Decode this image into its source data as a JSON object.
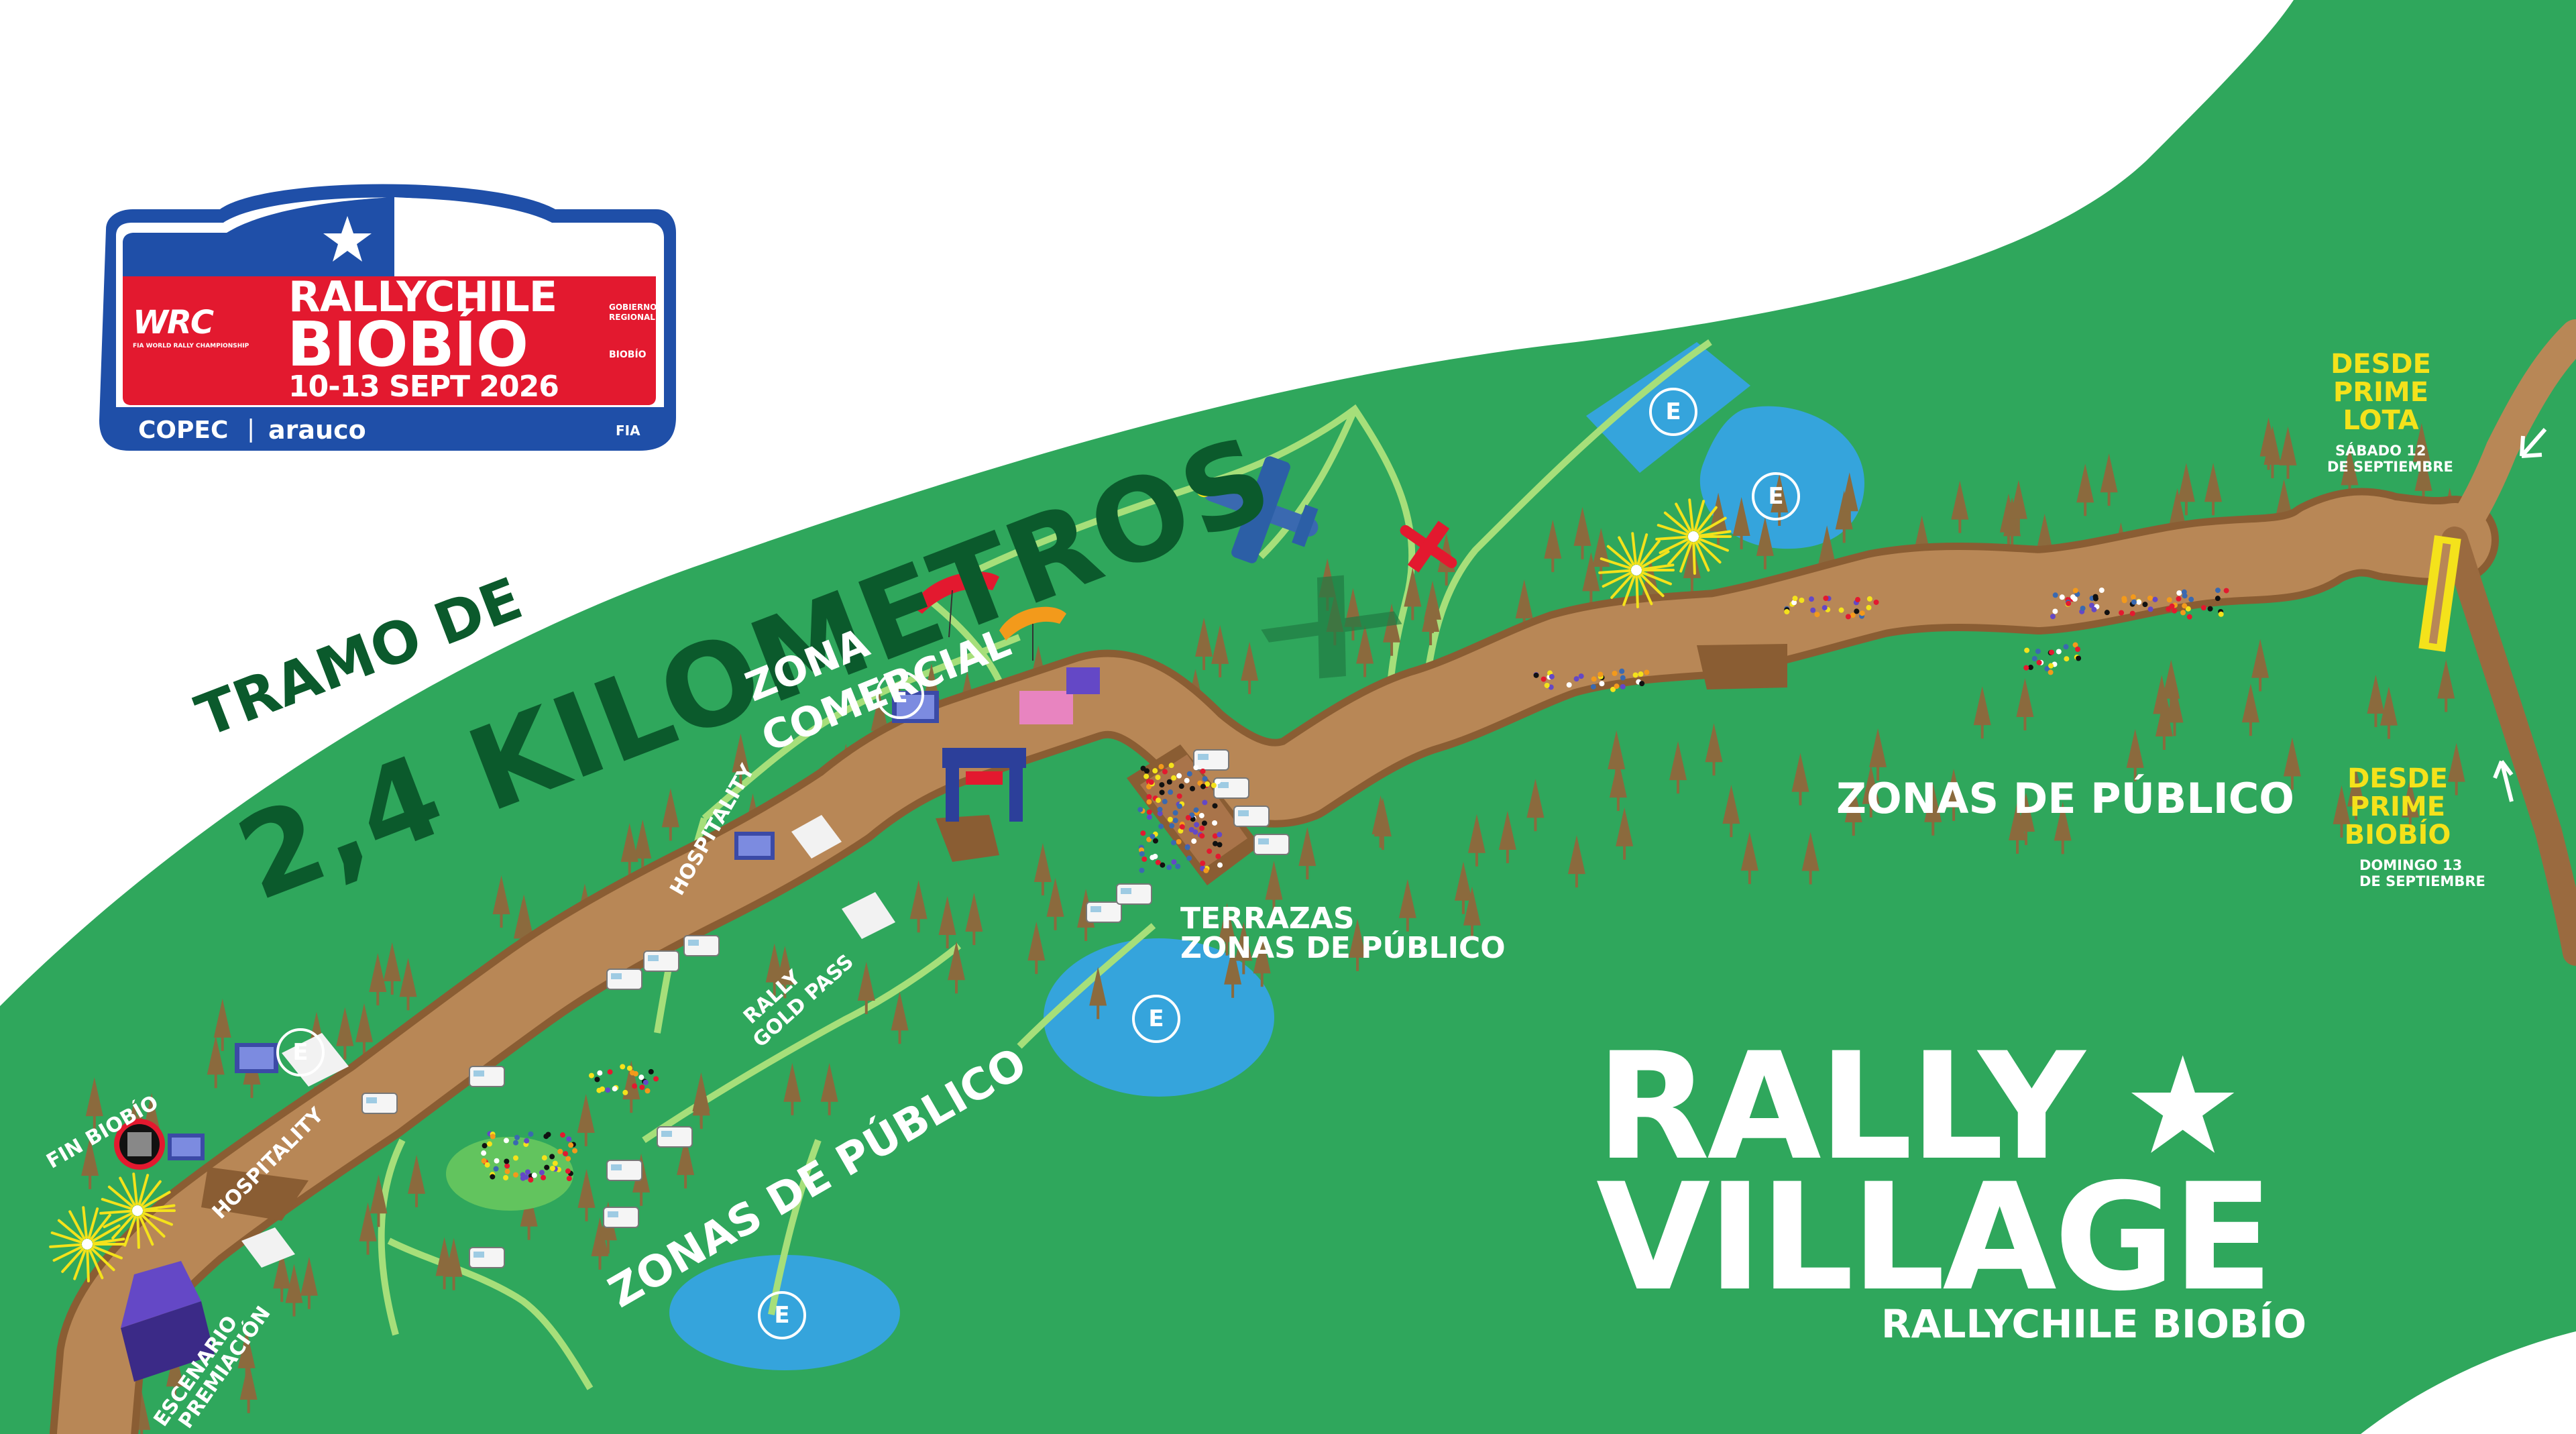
{
  "logo": {
    "brand": "WRC",
    "brand_sub": "FIA WORLD RALLY CHAMPIONSHIP",
    "event_line1": "RALLYCHILE",
    "event_line2": "BIOBÍO",
    "dates": "10-13 SEPT 2026",
    "gov_line1": "GOBIERNO",
    "gov_line2": "REGIONAL",
    "gov_line3": "BIOBÍO",
    "sponsor1": "COPEC",
    "sponsor_divider": "|",
    "sponsor2": "arauco",
    "sponsor3": "FIA",
    "colors": {
      "red": "#e3192f",
      "blue": "#1f4fa8",
      "white": "#ffffff"
    }
  },
  "title_block": {
    "line1": "TRAMO DE",
    "line2": "2,4 KILOMETROS"
  },
  "labels": {
    "zona_comercial_1": "ZONA",
    "zona_comercial_2": "COMERCIAL",
    "hospitality_top": "HOSPITALITY",
    "hospitality_left": "HOSPITALITY",
    "rally_gold_pass_1": "RALLY",
    "rally_gold_pass_2": "GOLD PASS",
    "terrazas_1": "TERRAZAS",
    "terrazas_2": "ZONAS DE PÚBLICO",
    "zonas_publico_right": "ZONAS DE PÚBLICO",
    "zonas_publico_left": "ZONAS DE PÚBLICO",
    "fin_biobio": "FIN BIOBÍO",
    "escenario_1": "ESCENARIO",
    "escenario_2": "PREMIACIÓN",
    "parking_symbol": "E"
  },
  "entrances": {
    "lota_1": "DESDE",
    "lota_2": "PRIME",
    "lota_3": "LOTA",
    "lota_date_1": "SÁBADO 12",
    "lota_date_2": "DE SEPTIEMBRE",
    "biobio_1": "DESDE",
    "biobio_2": "PRIME",
    "biobio_3": "BIOBÍO",
    "biobio_date_1": "DOMINGO 13",
    "biobio_date_2": "DE SEPTIEMBRE"
  },
  "rally_village": {
    "line1": "RALLY",
    "star": "★",
    "line2": "VILLAGE",
    "sub": "RALLYCHILE BIOBÍO"
  },
  "colors": {
    "grass": "#2fa75c",
    "dark_green": "#0b5a2c",
    "road": "#b88756",
    "road_edge": "#8a5d33",
    "lake": "#35a4dc",
    "path": "#a6df7a",
    "yellow": "#f4e21b",
    "tree": "#8b6a3d"
  }
}
